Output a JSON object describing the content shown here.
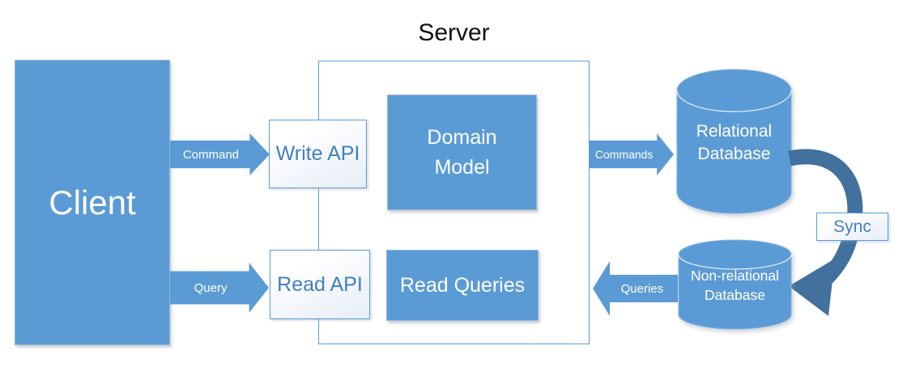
{
  "diagram": {
    "title": "Server",
    "client": {
      "label": "Client"
    },
    "server": {
      "write_api": "Write API",
      "read_api": "Read API",
      "domain_model": "Domain Model",
      "read_queries": "Read Queries"
    },
    "flows": {
      "command": "Command",
      "query": "Query",
      "commands": "Commands",
      "queries": "Queries",
      "sync": "Sync"
    },
    "databases": {
      "relational": "Relational Database",
      "non_relational": "Non-relational Database"
    },
    "colors": {
      "shape_fill": "#5B9BD5",
      "sync_arrow": "#41719C",
      "api_text": "#4080BF",
      "title_text": "#111111"
    }
  }
}
